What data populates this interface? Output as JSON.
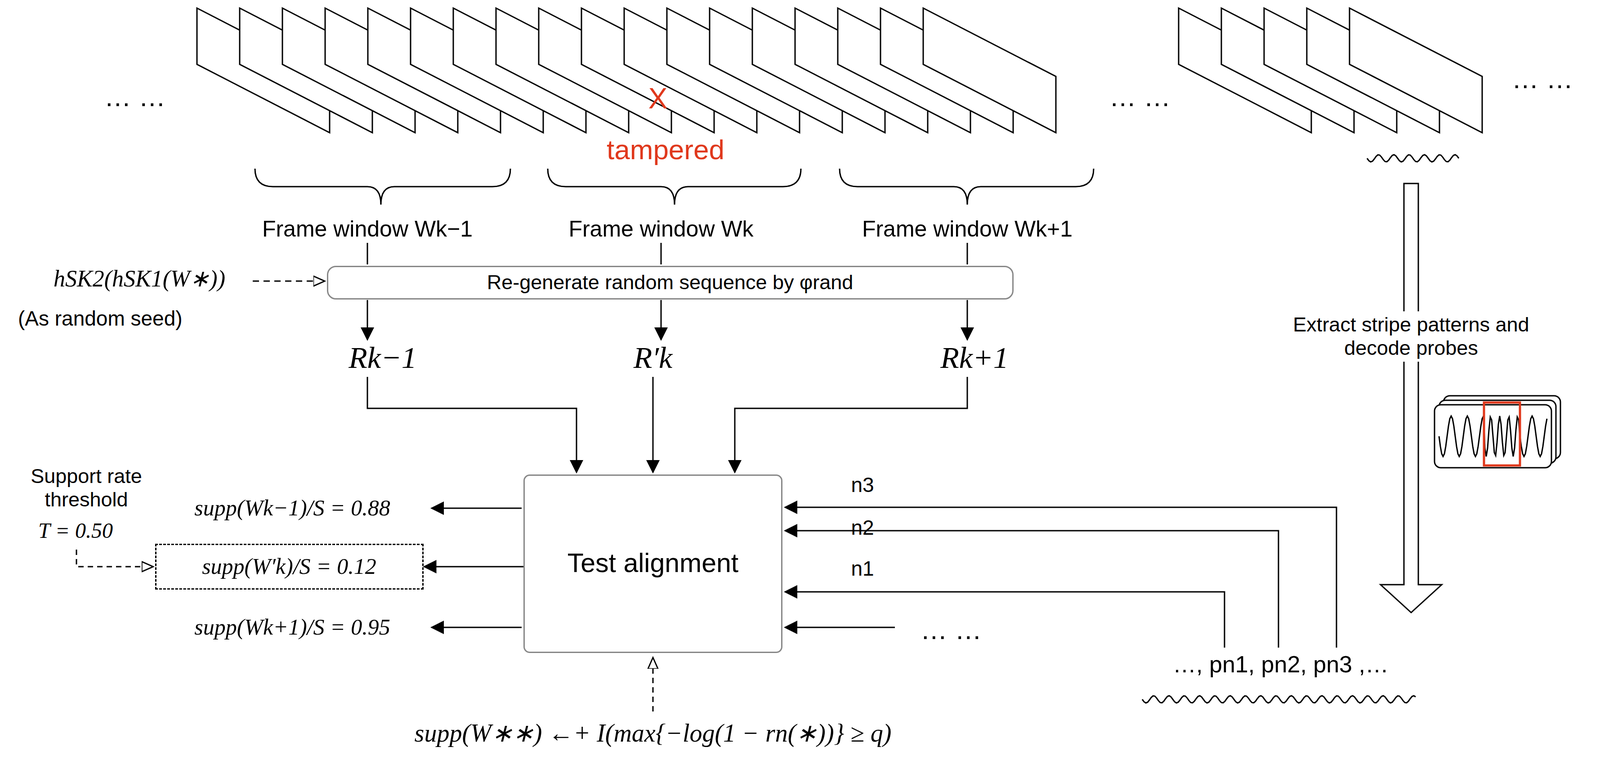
{
  "diagram": {
    "nodes": [
      {
        "text": [
          "Re-generate  random sequence by φrand"
        ]
      },
      {
        "text": [
          "Test alignment"
        ]
      },
      {
        "text": [
          "supp(W′k)/S = 0.12"
        ]
      }
    ],
    "edges": [
      {
        "from": 1,
        "to": 2,
        "arrow": "to"
      }
    ],
    "labels": [
      "… …",
      "X",
      "tampered",
      "… …",
      "… …",
      "Frame window Wk−1",
      "Frame window Wk",
      "Frame window Wk+1",
      "hSK2(hSK1(W∗))",
      "(As random seed)",
      "Rk−1",
      "R′k",
      "Rk+1",
      "Extract stripe patterns and decode probes",
      "Support rate threshold",
      "T = 0.50",
      "supp(Wk−1)/S = 0.88",
      "supp(Wk+1)/S = 0.95",
      "n3",
      "n2",
      "n1",
      "… …",
      "…, pn1, pn2, pn3 ,…",
      "supp(W∗∗) ←+ I(max{−log(1 − rn(∗))} ≥ q)"
    ]
  }
}
